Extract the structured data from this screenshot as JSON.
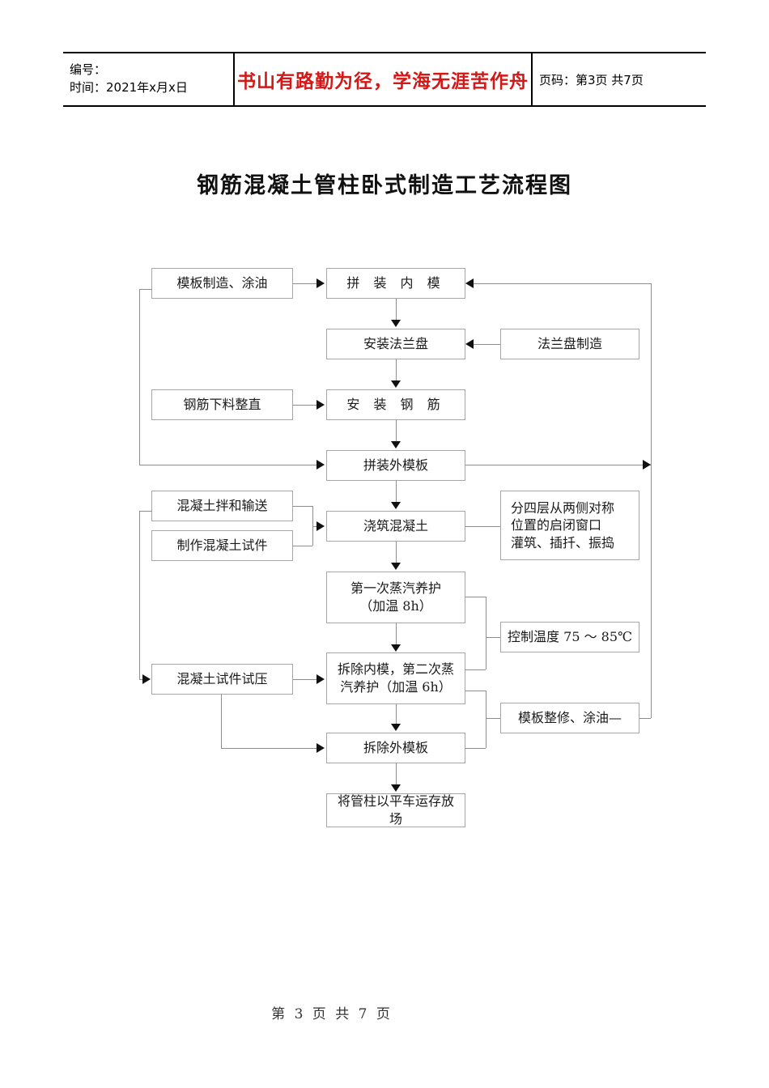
{
  "header": {
    "left_line1": "编号：",
    "left_line2": "时间：2021年x月x日",
    "motto": "书山有路勤为径，学海无涯苦作舟",
    "page_label": "页码：第3页 共7页"
  },
  "title": "钢筋混凝土管柱卧式制造工艺流程图",
  "footer": "第 3 页 共 7 页",
  "colors": {
    "motto_red": "#d31818",
    "box_border": "#a6a6a6",
    "connector": "#8d8d8d",
    "arrow": "#111111"
  },
  "flowchart": {
    "type": "process-flow-diagram",
    "nodes": [
      {
        "id": "n01",
        "label": "模板制造、涂油",
        "column": "left",
        "row": 1
      },
      {
        "id": "n02",
        "label": "拼 装 内 模",
        "column": "center",
        "row": 1
      },
      {
        "id": "n03",
        "label": "安装法兰盘",
        "column": "center",
        "row": 2
      },
      {
        "id": "n04",
        "label": "法兰盘制造",
        "column": "right",
        "row": 2
      },
      {
        "id": "n05",
        "label": "钢筋下料整直",
        "column": "left",
        "row": 3
      },
      {
        "id": "n06",
        "label": "安 装 钢 筋",
        "column": "center",
        "row": 3
      },
      {
        "id": "n07",
        "label": "拼装外模板",
        "column": "center",
        "row": 4
      },
      {
        "id": "n08",
        "label": "混凝土拌和输送",
        "column": "left",
        "row": 5
      },
      {
        "id": "n09",
        "label": "制作混凝土试件",
        "column": "left",
        "row": 6
      },
      {
        "id": "n10",
        "label": "浇筑混凝土",
        "column": "center",
        "row": 5
      },
      {
        "id": "n11",
        "label": "分四层从两侧对称位置的启闭窗口灌筑、插扦、振捣",
        "column": "right",
        "row": 5,
        "lines": [
          "分四层从两侧对称",
          "位置的启闭窗口",
          "灌筑、插扦、振捣"
        ]
      },
      {
        "id": "n12",
        "label": "第一次蒸汽养护（加温 8h）",
        "column": "center",
        "row": 7,
        "lines": [
          "第一次蒸汽养护",
          "（加温 8h）"
        ]
      },
      {
        "id": "n13",
        "label": "控制温度 75 ～ 85℃",
        "column": "right",
        "row": 8
      },
      {
        "id": "n14",
        "label": "混凝土试件试压",
        "column": "left",
        "row": 9
      },
      {
        "id": "n15",
        "label": "拆除内模，第二次蒸汽养护（加温 6h）",
        "column": "center",
        "row": 9,
        "lines": [
          "拆除内模，第二次蒸",
          "汽养护（加温 6h）"
        ]
      },
      {
        "id": "n16",
        "label": "模板整修、涂油—",
        "column": "right",
        "row": 10
      },
      {
        "id": "n17",
        "label": "拆除外模板",
        "column": "center",
        "row": 11
      },
      {
        "id": "n18",
        "label": "将管柱以平车运存放场",
        "column": "center",
        "row": 12,
        "lines": [
          "将管柱以平车运存放",
          "场"
        ]
      }
    ],
    "edges": [
      {
        "from": "n01",
        "to": "n02",
        "direction": "right"
      },
      {
        "from": "n02",
        "to": "n03",
        "direction": "down"
      },
      {
        "from": "n04",
        "to": "n03",
        "direction": "left"
      },
      {
        "from": "n03",
        "to": "n06",
        "direction": "down"
      },
      {
        "from": "n05",
        "to": "n06",
        "direction": "right"
      },
      {
        "from": "n06",
        "to": "n07",
        "direction": "down"
      },
      {
        "from": "n01",
        "to": "n07",
        "direction": "left-loop-right"
      },
      {
        "from": "n07",
        "to": "n10",
        "direction": "down"
      },
      {
        "from": "n08",
        "to": "n10",
        "direction": "right-merge"
      },
      {
        "from": "n09",
        "to": "n10",
        "direction": "right-merge"
      },
      {
        "from": "n10",
        "to": "n11",
        "direction": "right-note"
      },
      {
        "from": "n10",
        "to": "n12",
        "direction": "down"
      },
      {
        "from": "n12",
        "to": "n13",
        "direction": "right-note"
      },
      {
        "from": "n15",
        "to": "n13",
        "direction": "right-note"
      },
      {
        "from": "n12",
        "to": "n15",
        "direction": "down"
      },
      {
        "from": "n08",
        "to": "n14",
        "direction": "left-loop-down"
      },
      {
        "from": "n14",
        "to": "n15",
        "direction": "right"
      },
      {
        "from": "n15",
        "to": "n16",
        "direction": "right-note"
      },
      {
        "from": "n17",
        "to": "n16",
        "direction": "right-note"
      },
      {
        "from": "n15",
        "to": "n17",
        "direction": "down"
      },
      {
        "from": "n14",
        "to": "n17",
        "direction": "down-right"
      },
      {
        "from": "n07",
        "to": "n02",
        "direction": "right-loop-back"
      },
      {
        "from": "n16",
        "to": "n02",
        "direction": "right-loop-back"
      },
      {
        "from": "n17",
        "to": "n18",
        "direction": "down"
      }
    ]
  }
}
